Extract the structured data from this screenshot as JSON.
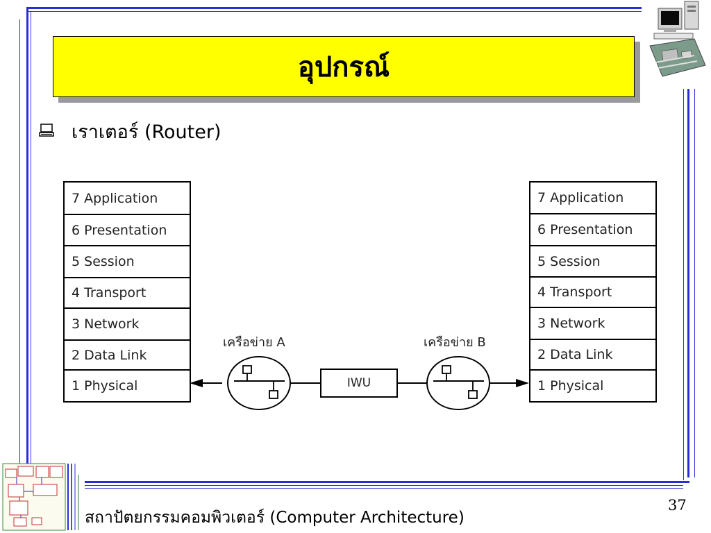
{
  "slide": {
    "title": "อุปกรณ์",
    "bullet": "เราเตอร์ (Router)",
    "footer": "สถาปัตยกรรมคอมพิวเตอร์ (Computer Architecture)",
    "page_number": "37"
  },
  "diagram": {
    "left_stack": [
      "7 Application",
      "6 Presentation",
      "5 Session",
      "4 Transport",
      "3 Network",
      "2 Data Link",
      "1 Physical"
    ],
    "right_stack": [
      "7 Application",
      "6 Presentation",
      "5 Session",
      "4 Transport",
      "3 Network",
      "2 Data Link",
      "1 Physical"
    ],
    "network_a_label": "เครือข่าย A",
    "network_b_label": "เครือข่าย B",
    "iwu_label": "IWU"
  },
  "colors": {
    "title_background": "#ffff00",
    "frame_lines": "#2b2bd6"
  }
}
